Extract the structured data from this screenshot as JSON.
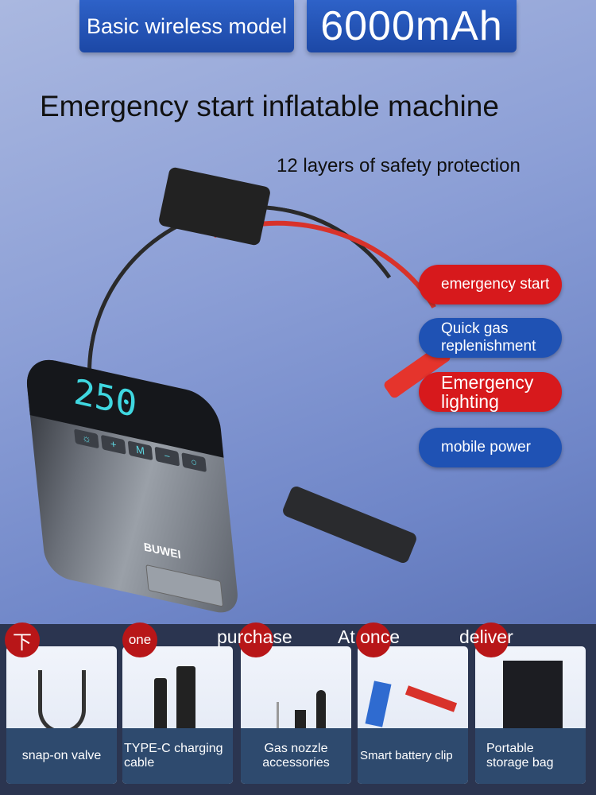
{
  "header": {
    "model": "Basic wireless model",
    "capacity": "6000mAh"
  },
  "title": "Emergency start inflatable machine",
  "subtitle": "12 layers of safety protection",
  "features": [
    {
      "label": "emergency start",
      "color": "#d7191c"
    },
    {
      "label": "Quick gas replenishment",
      "color": "#1f52b4"
    },
    {
      "label": "Emergency lighting",
      "color": "#d7191c"
    },
    {
      "label": "mobile power",
      "color": "#1f52b4"
    }
  ],
  "device": {
    "display": "250",
    "brand": "BUWEI",
    "buttons": [
      "light",
      "+",
      "M",
      "-",
      "power"
    ]
  },
  "banner": {
    "words": [
      "下",
      "one",
      "purchase",
      "At once",
      "deliver"
    ]
  },
  "accessories": [
    {
      "label": "snap-on valve"
    },
    {
      "label": "TYPE-C charging cable"
    },
    {
      "label": "Gas nozzle accessories"
    },
    {
      "label": "Smart battery clip"
    },
    {
      "label": "Portable storage bag"
    }
  ]
}
